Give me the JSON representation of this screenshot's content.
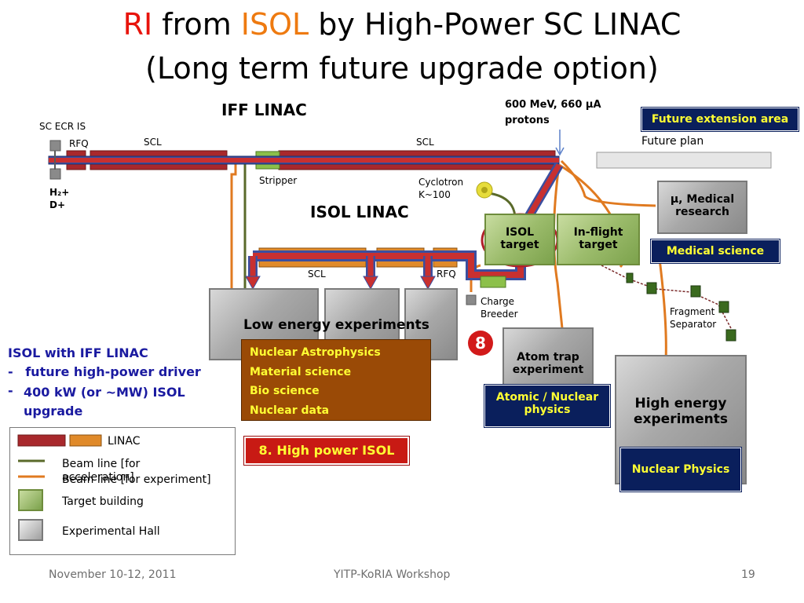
{
  "title": {
    "line1_part1": "RI",
    "line1_part2": " from ",
    "line1_part3": "ISOL",
    "line1_part4": " by High-Power SC LINAC",
    "line2": "(Long term future upgrade option)"
  },
  "diagram": {
    "iff_linac": "IFF LINAC",
    "isol_linac": "ISOL LINAC",
    "sc_ecr_is": "SC ECR IS",
    "rfq_top": "RFQ",
    "scl_top_left": "SCL",
    "scl_top_right": "SCL",
    "stripper": "Stripper",
    "h2": "H₂+",
    "d": "D+",
    "protons_line1": "600 MeV, 660 μA",
    "protons_line2": "protons",
    "future_extension": "Future extension area",
    "future_plan": "Future plan",
    "cyclotron_line1": "Cyclotron",
    "cyclotron_line2": "K~100",
    "mu_medical_line1": "μ, Medical",
    "mu_medical_line2": "research",
    "medical_science": "Medical science",
    "isol_target_line1": "ISOL",
    "isol_target_line2": "target",
    "inflight_line1": "In-flight",
    "inflight_line2": "target",
    "scl_bottom": "SCL",
    "rfq_bottom": "RFQ",
    "charge_breeder_line1": "Charge",
    "charge_breeder_line2": "Breeder",
    "fragment_line1": "Fragment",
    "fragment_line2": "Separator",
    "low_energy": "Low energy experiments",
    "marker_8": "8",
    "atom_trap_line1": "Atom trap",
    "atom_trap_line2": "experiment",
    "atomic_nuclear_line1": "Atomic / Nuclear",
    "atomic_nuclear_line2": "physics",
    "high_energy_line1": "High energy",
    "high_energy_line2": "experiments",
    "nuclear_physics": "Nuclear Physics",
    "low_energy_topics": [
      "Nuclear Astrophysics",
      "Material science",
      "Bio science",
      "Nuclear data"
    ],
    "high_power_isol": "8. High power ISOL"
  },
  "notes": {
    "heading": "ISOL with IFF LINAC",
    "bullets": [
      "future high-power driver",
      "400 kW (or ~MW) ISOL upgrade"
    ],
    "bullet_marker": "-"
  },
  "legend": {
    "linac": "LINAC",
    "beam_acc": "Beam line [for acceleration]",
    "beam_exp": "Beam line [for experiment]",
    "target_building": "Target building",
    "exp_hall": "Experimental Hall"
  },
  "footer": {
    "date": "November 10-12, 2011",
    "event": "YITP-KoRIA Workshop",
    "page": "19"
  },
  "colors": {
    "title_red": "#e8140c",
    "title_orange": "#ee7a10",
    "linac_red": "#a8282c",
    "linac_orange": "#e08a2a",
    "beam_arrow": "#3a4fa0",
    "beamline_acc": "#5a6a2a",
    "beamline_exp": "#e07a20",
    "navy_box": "#0a1f5c",
    "brown_box": "#9a4a06"
  }
}
